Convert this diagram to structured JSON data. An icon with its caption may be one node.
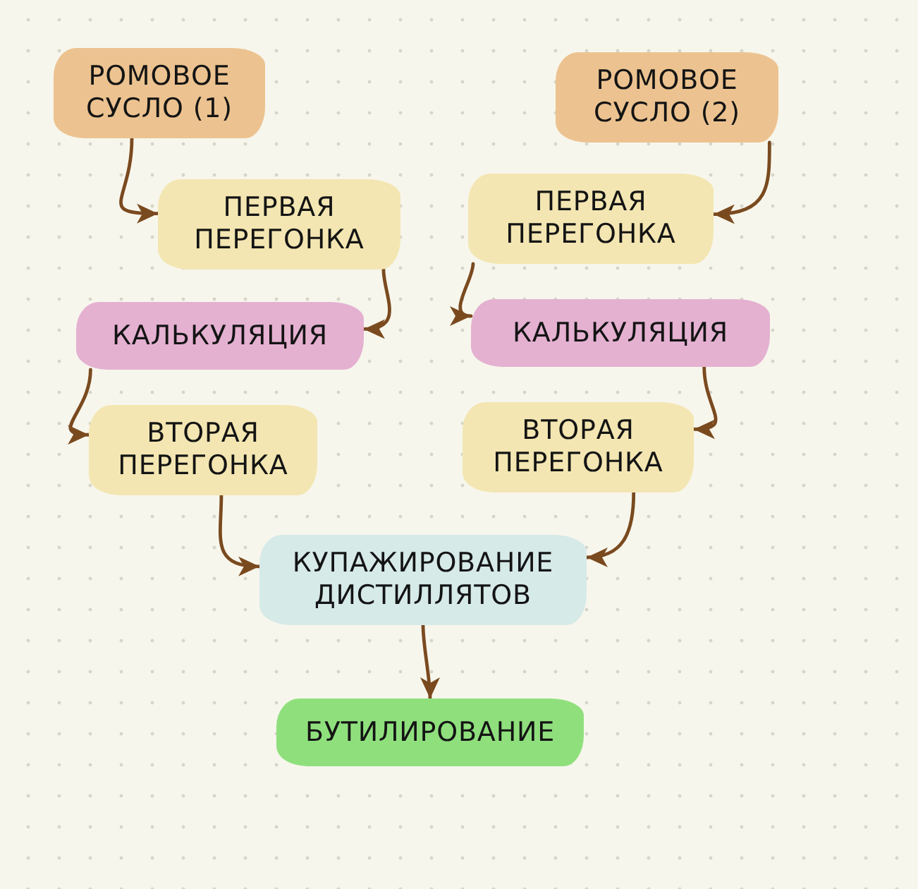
{
  "diagram": {
    "nodes": [
      {
        "text": [
          "РОМОВОЕ СУСЛО (1)"
        ]
      },
      {
        "text": [
          "РОМОВОЕ СУСЛО (2)"
        ]
      },
      {
        "text": [
          "ПЕРВАЯ ПЕРЕГОНКА"
        ]
      },
      {
        "text": [
          "ПЕРВАЯ ПЕРЕГОНКА"
        ]
      },
      {
        "text": [
          "КАЛЬКУЛЯЦИЯ"
        ]
      },
      {
        "text": [
          "КАЛЬКУЛЯЦИЯ"
        ]
      },
      {
        "text": [
          "ВТОРАЯ ПЕРЕГОНКА"
        ]
      },
      {
        "text": [
          "ВТОРАЯ ПЕРЕГОНКА"
        ]
      },
      {
        "text": [
          "КУПАЖИРОВАНИЕ ДИСТИЛЛЯТОВ"
        ]
      },
      {
        "text": [
          "БУТИЛИРОВАНИЕ"
        ]
      }
    ],
    "edges": [
      {
        "from": 0,
        "to": 2,
        "arrow": "to"
      },
      {
        "from": 1,
        "to": 3,
        "arrow": "to"
      },
      {
        "from": 2,
        "to": 4,
        "arrow": "to"
      },
      {
        "from": 3,
        "to": 5,
        "arrow": "to"
      },
      {
        "from": 4,
        "to": 6,
        "arrow": "to"
      },
      {
        "from": 5,
        "to": 7,
        "arrow": "to"
      },
      {
        "from": 6,
        "to": 8,
        "arrow": "to"
      },
      {
        "from": 7,
        "to": 8,
        "arrow": "to"
      },
      {
        "from": 8,
        "to": 9,
        "arrow": "to"
      }
    ]
  }
}
